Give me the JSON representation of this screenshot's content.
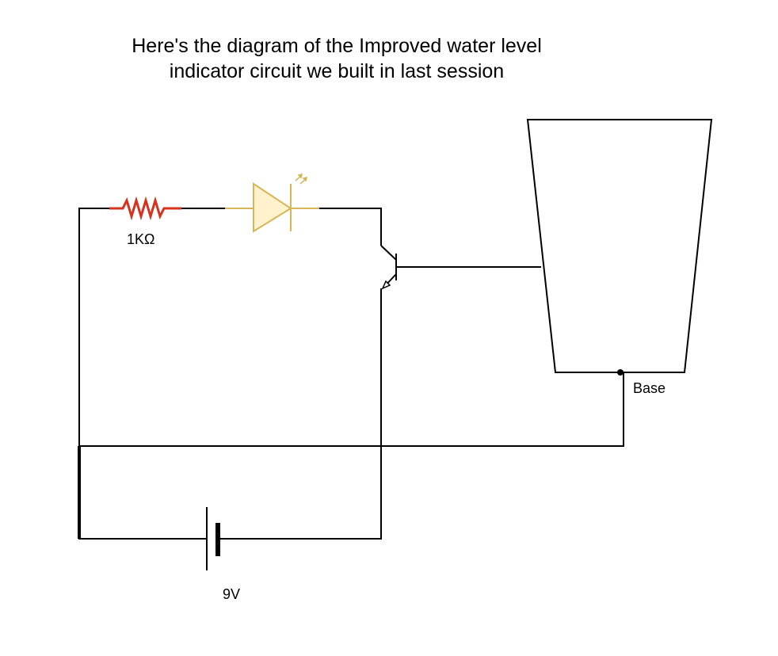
{
  "title": {
    "line1": "Here's the diagram of the Improved water level",
    "line2": "indicator circuit we built in last session"
  },
  "components": {
    "resistor": {
      "label": "1KΩ",
      "color": "#d7321e"
    },
    "led": {
      "color": "#d6b656",
      "fill": "#fff2cc"
    },
    "transistor": {
      "type": "NPN"
    },
    "container": {
      "probe_label": "Base"
    },
    "battery": {
      "label": "9V"
    }
  },
  "wire_color": "#000000"
}
